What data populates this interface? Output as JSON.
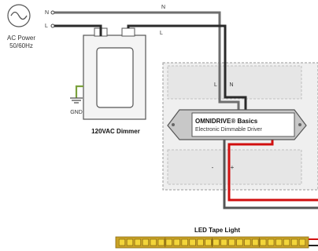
{
  "power": {
    "label_line1": "AC Power",
    "label_line2": "50/60Hz",
    "neutral_terminal": "N",
    "line_terminal": "L"
  },
  "wires": {
    "neutral_label": "N",
    "line_label": "L"
  },
  "dimmer": {
    "label": "120VAC Dimmer",
    "ground_label": "GND"
  },
  "junction_box": {
    "input_line": "L",
    "input_neutral": "N",
    "output_negative": "-",
    "output_positive": "+"
  },
  "driver": {
    "brand": "OMNIDRIVE® Basics",
    "description": "Electronic Dimmable Driver"
  },
  "led_strip": {
    "label": "LED Tape Light",
    "led_count": 24
  },
  "colors": {
    "neutral_wire": "#6e6e6e",
    "line_wire": "#2a2a2a",
    "positive_wire": "#d10f0f",
    "negative_wire": "#555555",
    "led": "#f3d53a",
    "strip": "#c9a227"
  }
}
